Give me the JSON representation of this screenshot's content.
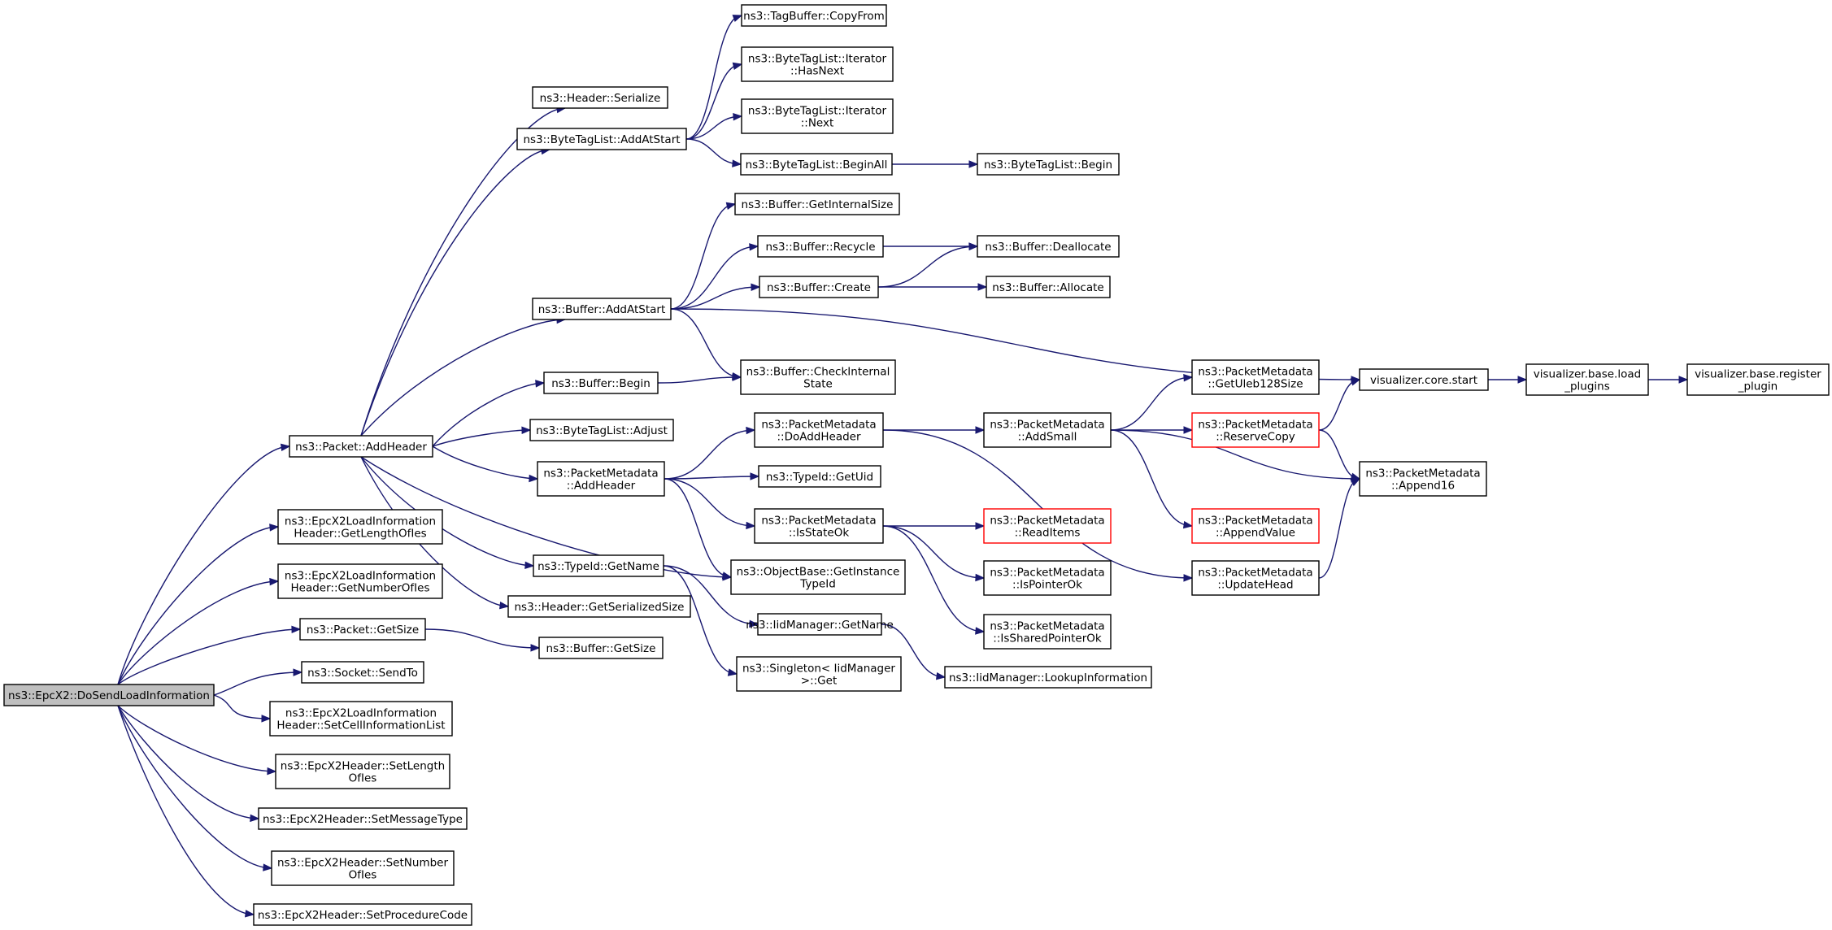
{
  "nodes": {
    "root": [
      "ns3::EpcX2::DoSendLoadInformation"
    ],
    "packet_addheader": [
      "ns3::Packet::AddHeader"
    ],
    "epc_getlength": [
      "ns3::EpcX2LoadInformation",
      "Header::GetLengthOfIes"
    ],
    "epc_getnumber": [
      "ns3::EpcX2LoadInformation",
      "Header::GetNumberOfIes"
    ],
    "packet_getsize": [
      "ns3::Packet::GetSize"
    ],
    "socket_sendto": [
      "ns3::Socket::SendTo"
    ],
    "epc_setcellinfo": [
      "ns3::EpcX2LoadInformation",
      "Header::SetCellInformationList"
    ],
    "epc_setlength": [
      "ns3::EpcX2Header::SetLength",
      "OfIes"
    ],
    "epc_setmessagetype": [
      "ns3::EpcX2Header::SetMessageType"
    ],
    "epc_setnumber": [
      "ns3::EpcX2Header::SetNumber",
      "OfIes"
    ],
    "epc_setprocedure": [
      "ns3::EpcX2Header::SetProcedureCode"
    ],
    "header_serialize": [
      "ns3::Header::Serialize"
    ],
    "btl_addatstart": [
      "ns3::ByteTagList::AddAtStart"
    ],
    "buf_addatstart": [
      "ns3::Buffer::AddAtStart"
    ],
    "buf_begin": [
      "ns3::Buffer::Begin"
    ],
    "btl_adjust": [
      "ns3::ByteTagList::Adjust"
    ],
    "pm_addheader": [
      "ns3::PacketMetadata",
      "::AddHeader"
    ],
    "typeid_getname": [
      "ns3::TypeId::GetName"
    ],
    "header_getserializedsize": [
      "ns3::Header::GetSerializedSize"
    ],
    "buf_getsize": [
      "ns3::Buffer::GetSize"
    ],
    "tagbuf_copyfrom": [
      "ns3::TagBuffer::CopyFrom"
    ],
    "btl_iter_hasnext": [
      "ns3::ByteTagList::Iterator",
      "::HasNext"
    ],
    "btl_iter_next": [
      "ns3::ByteTagList::Iterator",
      "::Next"
    ],
    "btl_beginall": [
      "ns3::ByteTagList::BeginAll"
    ],
    "buf_getinternalsize": [
      "ns3::Buffer::GetInternalSize"
    ],
    "buf_recycle": [
      "ns3::Buffer::Recycle"
    ],
    "buf_create": [
      "ns3::Buffer::Create"
    ],
    "buf_checkinternal": [
      "ns3::Buffer::CheckInternal",
      "State"
    ],
    "pm_doaddheader": [
      "ns3::PacketMetadata",
      "::DoAddHeader"
    ],
    "typeid_getuid": [
      "ns3::TypeId::GetUid"
    ],
    "pm_isstateok": [
      "ns3::PacketMetadata",
      "::IsStateOk"
    ],
    "objectbase_getinstance": [
      "ns3::ObjectBase::GetInstance",
      "TypeId"
    ],
    "iid_getname": [
      "ns3::IidManager::GetName"
    ],
    "singleton_get": [
      "ns3::Singleton< IidManager",
      ">::Get"
    ],
    "btl_begin": [
      "ns3::ByteTagList::Begin"
    ],
    "buf_deallocate": [
      "ns3::Buffer::Deallocate"
    ],
    "buf_allocate": [
      "ns3::Buffer::Allocate"
    ],
    "pm_addsmall": [
      "ns3::PacketMetadata",
      "::AddSmall"
    ],
    "pm_readitems": [
      "ns3::PacketMetadata",
      "::ReadItems"
    ],
    "pm_ispointerok": [
      "ns3::PacketMetadata",
      "::IsPointerOk"
    ],
    "pm_issharedpointerok": [
      "ns3::PacketMetadata",
      "::IsSharedPointerOk"
    ],
    "iid_lookupinfo": [
      "ns3::IidManager::LookupInformation"
    ],
    "pm_updatehead": [
      "ns3::PacketMetadata",
      "::UpdateHead"
    ],
    "pm_getuleb128size": [
      "ns3::PacketMetadata",
      "::GetUleb128Size"
    ],
    "pm_reservecopy": [
      "ns3::PacketMetadata",
      "::ReserveCopy"
    ],
    "pm_appendvalue": [
      "ns3::PacketMetadata",
      "::AppendValue"
    ],
    "vis_core_start": [
      "visualizer.core.start"
    ],
    "pm_append16": [
      "ns3::PacketMetadata",
      "::Append16"
    ],
    "vis_base_load": [
      "visualizer.base.load",
      "_plugins"
    ],
    "vis_base_register": [
      "visualizer.base.register",
      "_plugin"
    ]
  },
  "edges": [
    [
      "root",
      "packet_addheader"
    ],
    [
      "root",
      "epc_getlength"
    ],
    [
      "root",
      "epc_getnumber"
    ],
    [
      "root",
      "packet_getsize"
    ],
    [
      "root",
      "socket_sendto"
    ],
    [
      "root",
      "epc_setcellinfo"
    ],
    [
      "root",
      "epc_setlength"
    ],
    [
      "root",
      "epc_setmessagetype"
    ],
    [
      "root",
      "epc_setnumber"
    ],
    [
      "root",
      "epc_setprocedure"
    ],
    [
      "packet_addheader",
      "header_serialize"
    ],
    [
      "packet_addheader",
      "btl_addatstart"
    ],
    [
      "packet_addheader",
      "buf_addatstart"
    ],
    [
      "packet_addheader",
      "buf_begin"
    ],
    [
      "packet_addheader",
      "btl_adjust"
    ],
    [
      "packet_addheader",
      "pm_addheader"
    ],
    [
      "packet_addheader",
      "typeid_getname"
    ],
    [
      "packet_addheader",
      "header_getserializedsize"
    ],
    [
      "packet_addheader",
      "objectbase_getinstance"
    ],
    [
      "packet_getsize",
      "buf_getsize"
    ],
    [
      "btl_addatstart",
      "tagbuf_copyfrom"
    ],
    [
      "btl_addatstart",
      "btl_iter_hasnext"
    ],
    [
      "btl_addatstart",
      "btl_iter_next"
    ],
    [
      "btl_addatstart",
      "btl_beginall"
    ],
    [
      "btl_beginall",
      "btl_begin"
    ],
    [
      "buf_addatstart",
      "buf_getinternalsize"
    ],
    [
      "buf_addatstart",
      "buf_recycle"
    ],
    [
      "buf_addatstart",
      "buf_create"
    ],
    [
      "buf_addatstart",
      "buf_checkinternal"
    ],
    [
      "buf_addatstart",
      "vis_core_start"
    ],
    [
      "buf_recycle",
      "buf_deallocate"
    ],
    [
      "buf_create",
      "buf_deallocate"
    ],
    [
      "buf_create",
      "buf_allocate"
    ],
    [
      "buf_begin",
      "buf_checkinternal"
    ],
    [
      "pm_addheader",
      "pm_doaddheader"
    ],
    [
      "pm_addheader",
      "typeid_getuid"
    ],
    [
      "pm_addheader",
      "pm_isstateok"
    ],
    [
      "pm_addheader",
      "objectbase_getinstance"
    ],
    [
      "pm_doaddheader",
      "pm_addsmall"
    ],
    [
      "pm_doaddheader",
      "pm_updatehead"
    ],
    [
      "pm_isstateok",
      "pm_readitems"
    ],
    [
      "pm_isstateok",
      "pm_ispointerok"
    ],
    [
      "pm_isstateok",
      "pm_issharedpointerok"
    ],
    [
      "typeid_getname",
      "iid_getname"
    ],
    [
      "typeid_getname",
      "singleton_get"
    ],
    [
      "iid_getname",
      "iid_lookupinfo"
    ],
    [
      "pm_addsmall",
      "pm_getuleb128size"
    ],
    [
      "pm_addsmall",
      "pm_reservecopy"
    ],
    [
      "pm_addsmall",
      "pm_appendvalue"
    ],
    [
      "pm_addsmall",
      "pm_append16"
    ],
    [
      "pm_reservecopy",
      "vis_core_start"
    ],
    [
      "pm_reservecopy",
      "pm_append16"
    ],
    [
      "pm_updatehead",
      "pm_append16"
    ],
    [
      "vis_core_start",
      "vis_base_load"
    ],
    [
      "vis_base_load",
      "vis_base_register"
    ]
  ],
  "colors": {
    "edge": "#191970",
    "root_fill": "#bfbfbf",
    "node_border": "#000000",
    "truncated_border": "#ff0000"
  }
}
